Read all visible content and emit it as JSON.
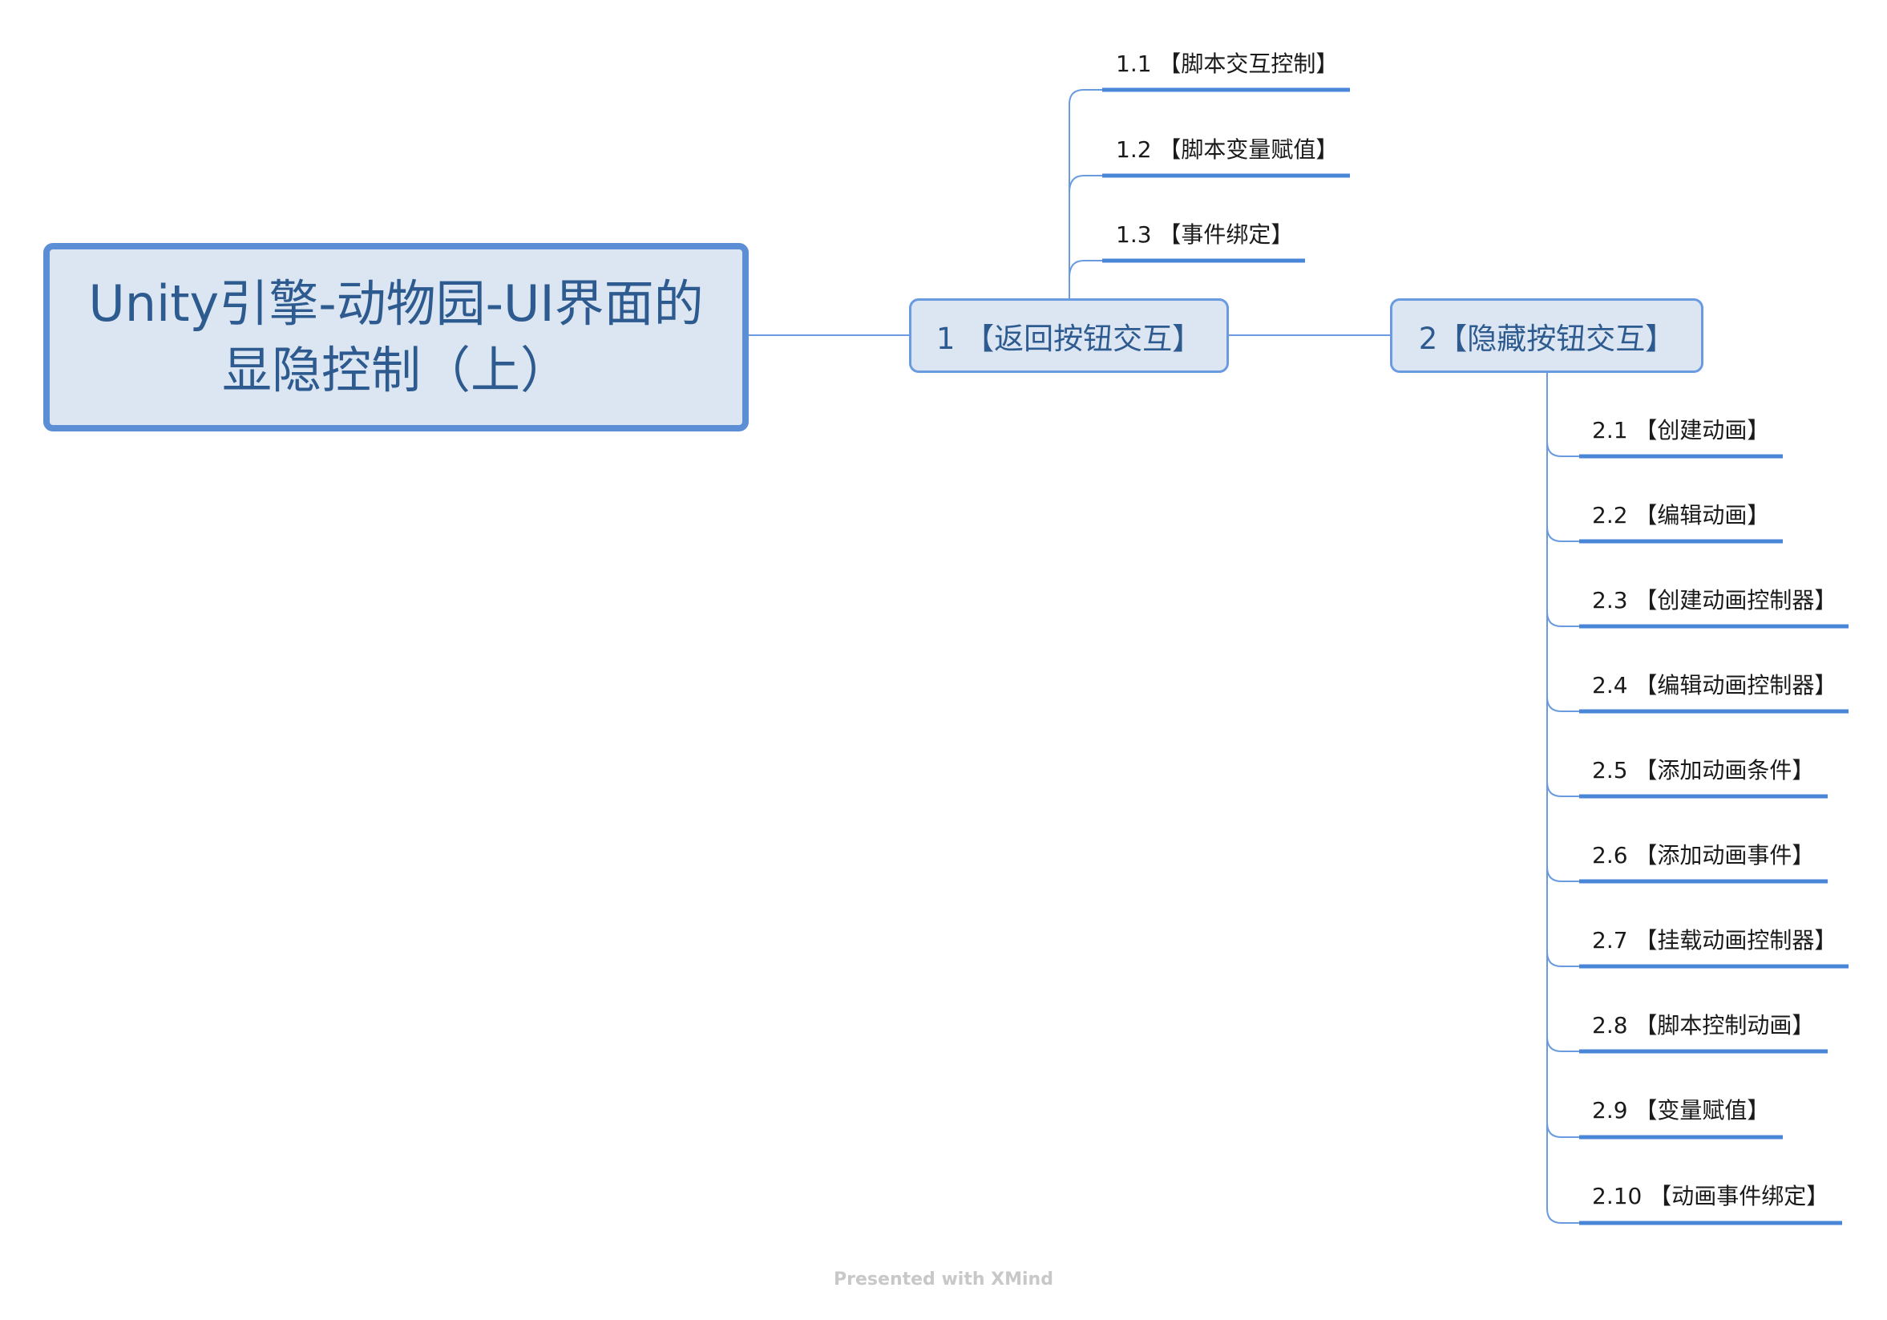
{
  "central_topic": {
    "line1": "Unity引擎-动物园-UI界面的",
    "line2": "显隐控制（上）"
  },
  "main_topics": [
    {
      "label": "1 【返回按钮交互】",
      "subtopics": [
        "1.1 【脚本交互控制】",
        "1.2 【脚本变量赋值】",
        "1.3 【事件绑定】"
      ]
    },
    {
      "label": "2【隐藏按钮交互】",
      "subtopics": [
        "2.1 【创建动画】",
        "2.2 【编辑动画】",
        "2.3 【创建动画控制器】",
        "2.4 【编辑动画控制器】",
        "2.5 【添加动画条件】",
        "2.6 【添加动画事件】",
        "2.7 【挂载动画控制器】",
        "2.8 【脚本控制动画】",
        "2.9 【变量赋值】",
        "2.10 【动画事件绑定】"
      ]
    }
  ],
  "footer": "Presented with XMind",
  "colors": {
    "node_fill": "#dce6f2",
    "node_border": "#5b8ed5",
    "underline": "#4a86d8",
    "text": "#2e5b8f"
  }
}
